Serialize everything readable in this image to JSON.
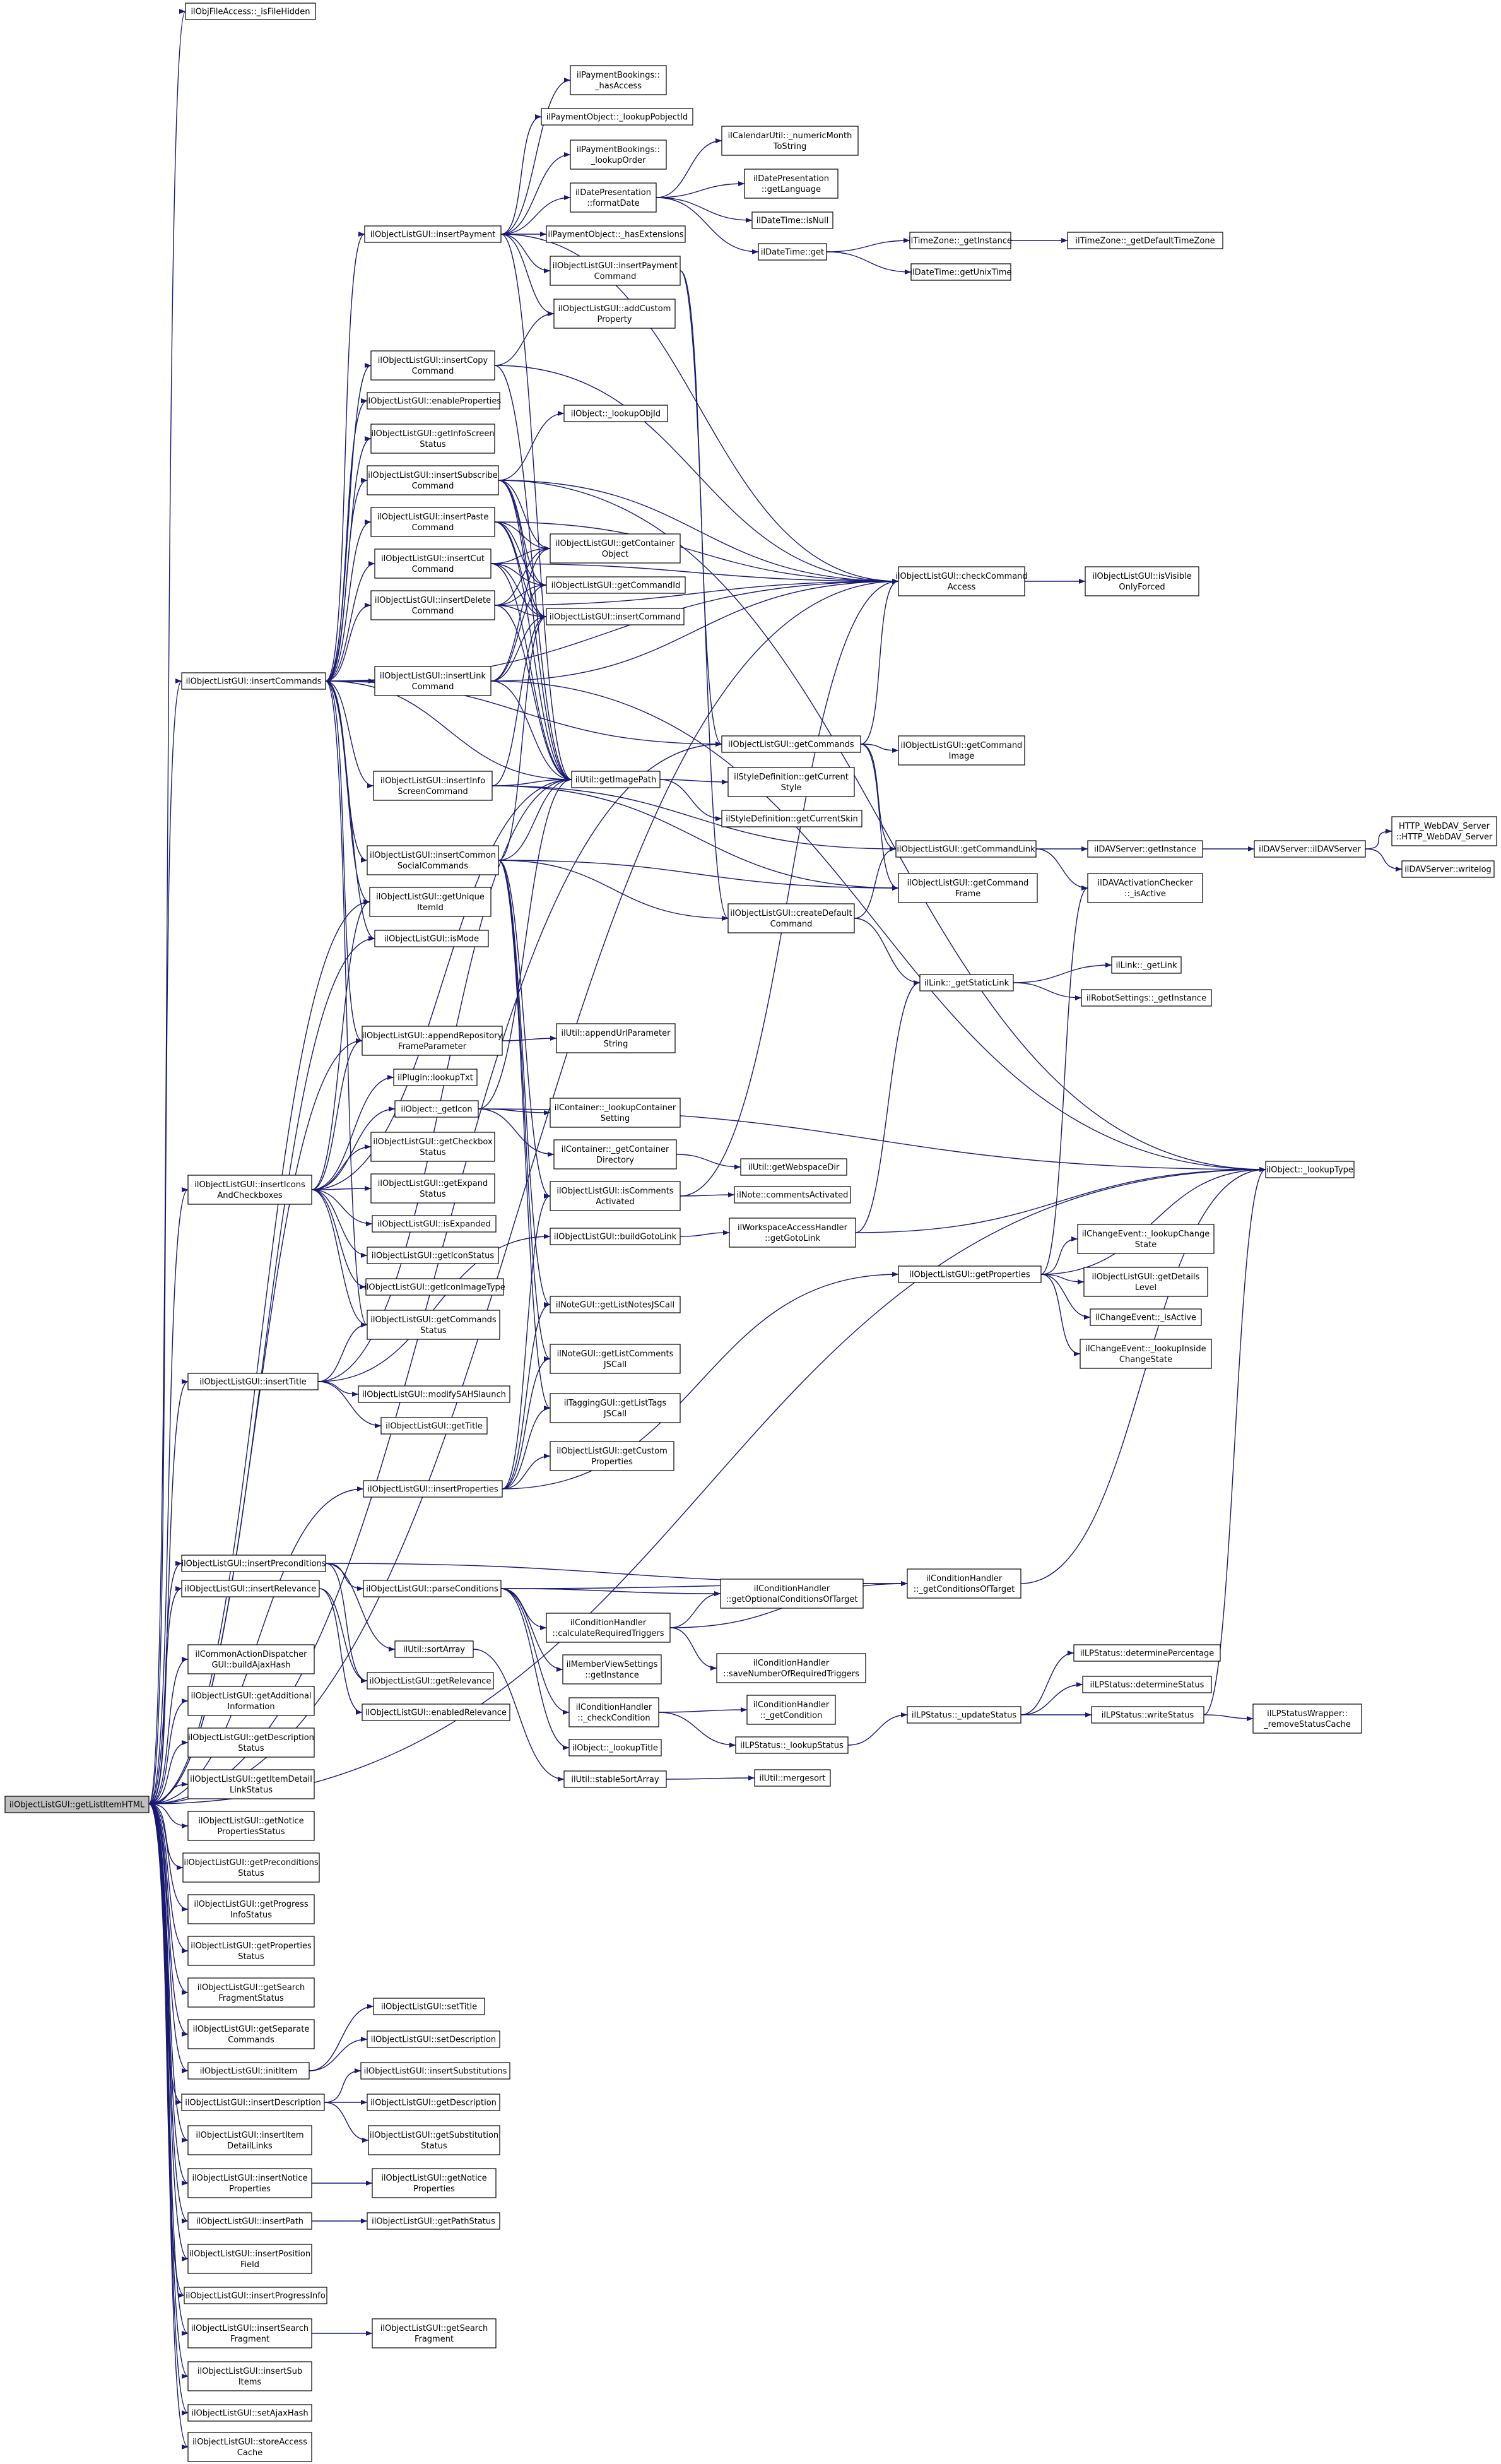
{
  "diagram": {
    "root": "ilObjectListGUI::getListItemHTML",
    "colors": {
      "edge": "#191970",
      "root_fill": "#bfbfbf",
      "node_fill": "#ffffff",
      "node_border": "#000000"
    },
    "nodes": {
      "n_root": "ilObjectListGUI::getListItemHTML",
      "n_ofa": "ilObjFileAccess::_isFileHidden",
      "n_ic": "ilObjectListGUI::insertCommands",
      "n_iic": "ilObjectListGUI::insertIcons\nAndCheckboxes",
      "n_it": "ilObjectListGUI::insertTitle",
      "n_ip": "ilObjectListGUI::insertProperties",
      "n_ipre": "ilObjectListGUI::insertPreconditions",
      "n_irel": "ilObjectListGUI::insertRelevance",
      "n_cad": "ilCommonActionDispatcher\nGUI::buildAjaxHash",
      "n_gai": "ilObjectListGUI::getAdditional\nInformation",
      "n_gds": "ilObjectListGUI::getDescription\nStatus",
      "n_gidl": "ilObjectListGUI::getItemDetail\nLinkStatus",
      "n_gnp": "ilObjectListGUI::getNotice\nPropertiesStatus",
      "n_gps": "ilObjectListGUI::getPreconditions\nStatus",
      "n_gpi": "ilObjectListGUI::getProgress\nInfoStatus",
      "n_gprs": "ilObjectListGUI::getProperties\nStatus",
      "n_gsf": "ilObjectListGUI::getSearch\nFragmentStatus",
      "n_gsc": "ilObjectListGUI::getSeparate\nCommands",
      "n_init": "ilObjectListGUI::initItem",
      "n_idesc": "ilObjectListGUI::insertDescription",
      "n_iidl": "ilObjectListGUI::insertItem\nDetailLinks",
      "n_inp": "ilObjectListGUI::insertNotice\nProperties",
      "n_ipath": "ilObjectListGUI::insertPath",
      "n_ipos": "ilObjectListGUI::insertPosition\nField",
      "n_iprog": "ilObjectListGUI::insertProgressInfo",
      "n_isf": "ilObjectListGUI::insertSearch\nFragment",
      "n_isub": "ilObjectListGUI::insertSub\nItems",
      "n_sah": "ilObjectListGUI::setAjaxHash",
      "n_sac": "ilObjectListGUI::storeAccess\nCache",
      "n_ipay": "ilObjectListGUI::insertPayment",
      "n_icc": "ilObjectListGUI::insertCopy\nCommand",
      "n_ep": "ilObjectListGUI::enableProperties",
      "n_gis": "ilObjectListGUI::getInfoScreen\nStatus",
      "n_isc": "ilObjectListGUI::insertSubscribe\nCommand",
      "n_ipc": "ilObjectListGUI::insertPaste\nCommand",
      "n_icut": "ilObjectListGUI::insertCut\nCommand",
      "n_idel": "ilObjectListGUI::insertDelete\nCommand",
      "n_ilink": "ilObjectListGUI::insertLink\nCommand",
      "n_iisc": "ilObjectListGUI::insertInfo\nScreenCommand",
      "n_icsc": "ilObjectListGUI::insertCommon\nSocialCommands",
      "n_guid": "ilObjectListGUI::getUnique\nItemId",
      "n_ism": "ilObjectListGUI::isMode",
      "n_arf": "ilObjectListGUI::appendRepository\nFrameParameter",
      "n_plt": "ilPlugin::lookupTxt",
      "n_geti": "ilObject::_getIcon",
      "n_gcbs": "ilObjectListGUI::getCheckbox\nStatus",
      "n_ges": "ilObjectListGUI::getExpand\nStatus",
      "n_isexp": "ilObjectListGUI::isExpanded",
      "n_gics": "ilObjectListGUI::getIconStatus",
      "n_giit": "ilObjectListGUI::getIconImageType",
      "n_gcs": "ilObjectListGUI::getCommands\nStatus",
      "n_mod": "ilObjectListGUI::modifySAHSlaunch",
      "n_gtitle": "ilObjectListGUI::getTitle",
      "n_pba": "ilPaymentBookings::\n_hasAccess",
      "n_plpo": "ilPaymentObject::_lookupPobjectId",
      "n_pblo": "ilPaymentBookings::\n_lookupOrder",
      "n_dpf": "ilDatePresentation\n::formatDate",
      "n_pohe": "ilPaymentObject::_hasExtensions",
      "n_ipayc": "ilObjectListGUI::insertPayment\nCommand",
      "n_acp": "ilObjectListGUI::addCustom\nProperty",
      "n_olo": "ilObject::_lookupObjId",
      "n_gco": "ilObjectListGUI::getContainer\nObject",
      "n_gcid": "ilObjectListGUI::getCommandId",
      "n_icmd": "ilObjectListGUI::insertCommand",
      "n_gip": "ilUtil::getImagePath",
      "n_gcmds": "ilObjectListGUI::getCommands",
      "n_cdc": "ilObjectListGUI::createDefault\nCommand",
      "n_uap": "ilUtil::appendUrlParameter\nString",
      "n_clcs": "ilContainer::_lookupContainer\nSetting",
      "n_cgcd": "ilContainer::_getContainer\nDirectory",
      "n_ica": "ilObjectListGUI::isComments\nActivated",
      "n_bgl": "ilObjectListGUI::buildGotoLink",
      "n_nlnj": "ilNoteGUI::getListNotesJSCall",
      "n_nlcj": "ilNoteGUI::getListComments\nJSCall",
      "n_flt": "ilTaggingGUI::getListTags\nJSCall",
      "n_gcp": "ilObjectListGUI::getCustom\nProperties",
      "n_cunm": "ilCalendarUtil::_numericMonth\nToString",
      "n_dpgl": "ilDatePresentation\n::getLanguage",
      "n_dtin": "ilDateTime::isNull",
      "n_dtget": "ilDateTime::get",
      "n_tzgi": "ilTimeZone::_getInstance",
      "n_tzdef": "ilTimeZone::_getDefaultTimeZone",
      "n_dtgut": "ilDateTime::getUnixTime",
      "n_ccca": "ilObjectListGUI::checkCommand\nAccess",
      "n_ivof": "ilObjectListGUI::isVisible\nOnlyForced",
      "n_gcimg": "ilObjectListGUI::getCommand\nImage",
      "n_sdgcs": "ilStyleDefinition::getCurrent\nStyle",
      "n_sdgsk": "ilStyleDefinition::getCurrentSkin",
      "n_gcl": "ilObjectListGUI::getCommandLink",
      "n_gcf": "ilObjectListGUI::getCommand\nFrame",
      "n_dgi": "ilDAVServer::getInstance",
      "n_dav": "ilDAVServer::ilDAVServer",
      "n_hws": "HTTP_WebDAV_Server\n::HTTP_WebDAV_Server",
      "n_dwl": "ilDAVServer::writelog",
      "n_daci": "ilDAVActivationChecker\n::_isActive",
      "n_lgsl": "ilLink::_getStaticLink",
      "n_lgl": "ilLink::_getLink",
      "n_rsgi": "ilRobotSettings::_getInstance",
      "n_ugwd": "ilUtil::getWebspaceDir",
      "n_nca": "ilNote::commentsActivated",
      "n_wah": "ilWorkspaceAccessHandler\n::getGotoLink",
      "n_olt": "ilObject::_lookupType",
      "n_gprop": "ilObjectListGUI::getProperties",
      "n_celcs": "ilChangeEvent::_lookupChange\nState",
      "n_ggdl": "ilObjectListGUI::getDetails\nLevel",
      "n_ceia": "ilChangeEvent::_isActive",
      "n_celic": "ilChangeEvent::_lookupInside\nChangeState",
      "n_ipc2": "ilObjectListGUI::parseConditions",
      "n_usa": "ilUtil::sortArray",
      "n_ggr": "ilObjectListGUI::getRelevance",
      "n_ger": "ilObjectListGUI::enabledRelevance",
      "n_chgo": "ilConditionHandler\n::getOptionalConditionsOfTarget",
      "n_chcr": "ilConditionHandler\n::calculateRequiredTriggers",
      "n_chgc": "ilConditionHandler\n::_getConditionsOfTarget",
      "n_mvs": "ilMemberViewSettings\n::getInstance",
      "n_chsn": "ilConditionHandler\n::saveNumberOfRequiredTriggers",
      "n_chcc": "ilConditionHandler\n::_checkCondition",
      "n_chgcond": "ilConditionHandler\n::_getCondition",
      "n_oltit": "ilObject::_lookupTitle",
      "n_lplus": "ilLPStatus::_lookupStatus",
      "n_lpus": "ilLPStatus::_updateStatus",
      "n_ussa": "ilUtil::stableSortArray",
      "n_umerg": "ilUtil::mergesort",
      "n_lpdp": "ilLPStatus::determinePercentage",
      "n_lpds": "ilLPStatus::determineStatus",
      "n_lpws": "ilLPStatus::writeStatus",
      "n_lpwr": "ilLPStatusWrapper::\n_removeStatusCache",
      "n_setT": "ilObjectListGUI::setTitle",
      "n_setD": "ilObjectListGUI::setDescription",
      "n_ins": "ilObjectListGUI::insertSubstitutions",
      "n_getD": "ilObjectListGUI::getDescription",
      "n_gss": "ilObjectListGUI::getSubstitution\nStatus",
      "n_gnpr": "ilObjectListGUI::getNotice\nProperties",
      "n_gpst": "ilObjectListGUI::getPathStatus",
      "n_gsfr": "ilObjectListGUI::getSearch\nFragment"
    }
  }
}
